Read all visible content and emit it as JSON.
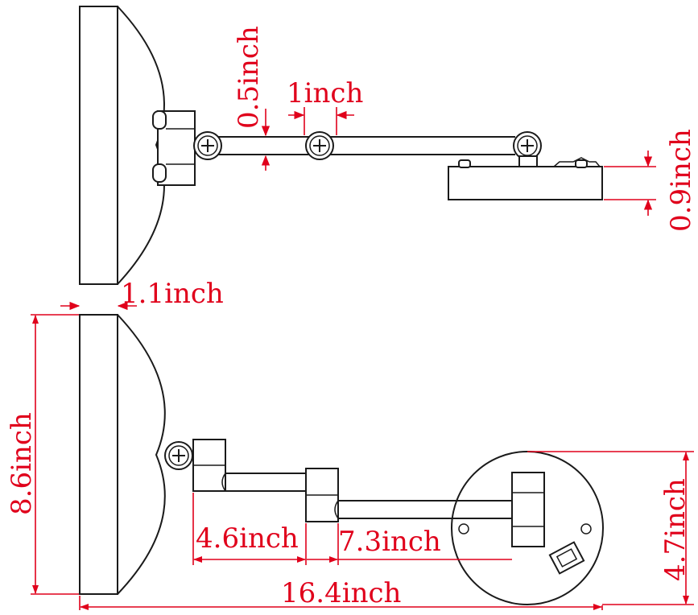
{
  "dimensions": {
    "arm_diameter": "0.5inch",
    "joint_spacing": "1inch",
    "base_plate_thickness": "0.9inch",
    "mirror_thickness": "1.1inch",
    "mirror_diameter": "8.6inch",
    "short_arm_length": "4.6inch",
    "long_arm_length": "7.3inch",
    "base_diameter": "4.7inch",
    "total_extension": "16.4inch"
  },
  "colors": {
    "drawing_lines": "#1a1a1a",
    "dimension_lines": "#e0001b",
    "background": "#ffffff"
  }
}
